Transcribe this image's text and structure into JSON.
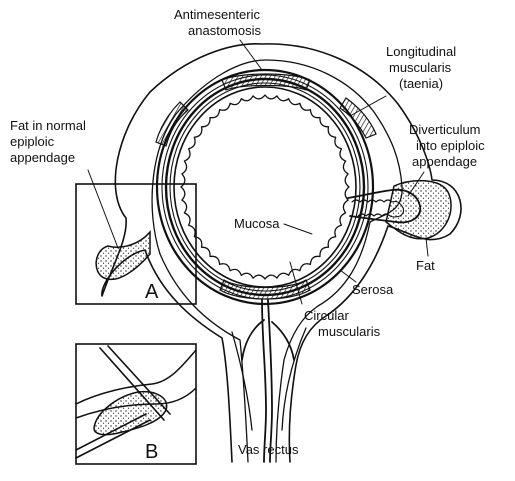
{
  "labels": {
    "antimesenteric_1": "Antimesenteric",
    "antimesenteric_2": "anastomosis",
    "longitudinal_1": "Longitudinal",
    "longitudinal_2": "muscularis",
    "longitudinal_3": "(taenia)",
    "fat_normal_1": "Fat in normal",
    "fat_normal_2": "epiploic",
    "fat_normal_3": "appendage",
    "diverticulum_1": "Diverticulum",
    "diverticulum_2": "into epiploic",
    "diverticulum_3": "appendage",
    "mucosa": "Mucosa",
    "fat": "Fat",
    "serosa": "Serosa",
    "circular_1": "Circular",
    "circular_2": "muscularis",
    "vas_rectus": "Vas rectus",
    "inset_a": "A",
    "inset_b": "B"
  }
}
